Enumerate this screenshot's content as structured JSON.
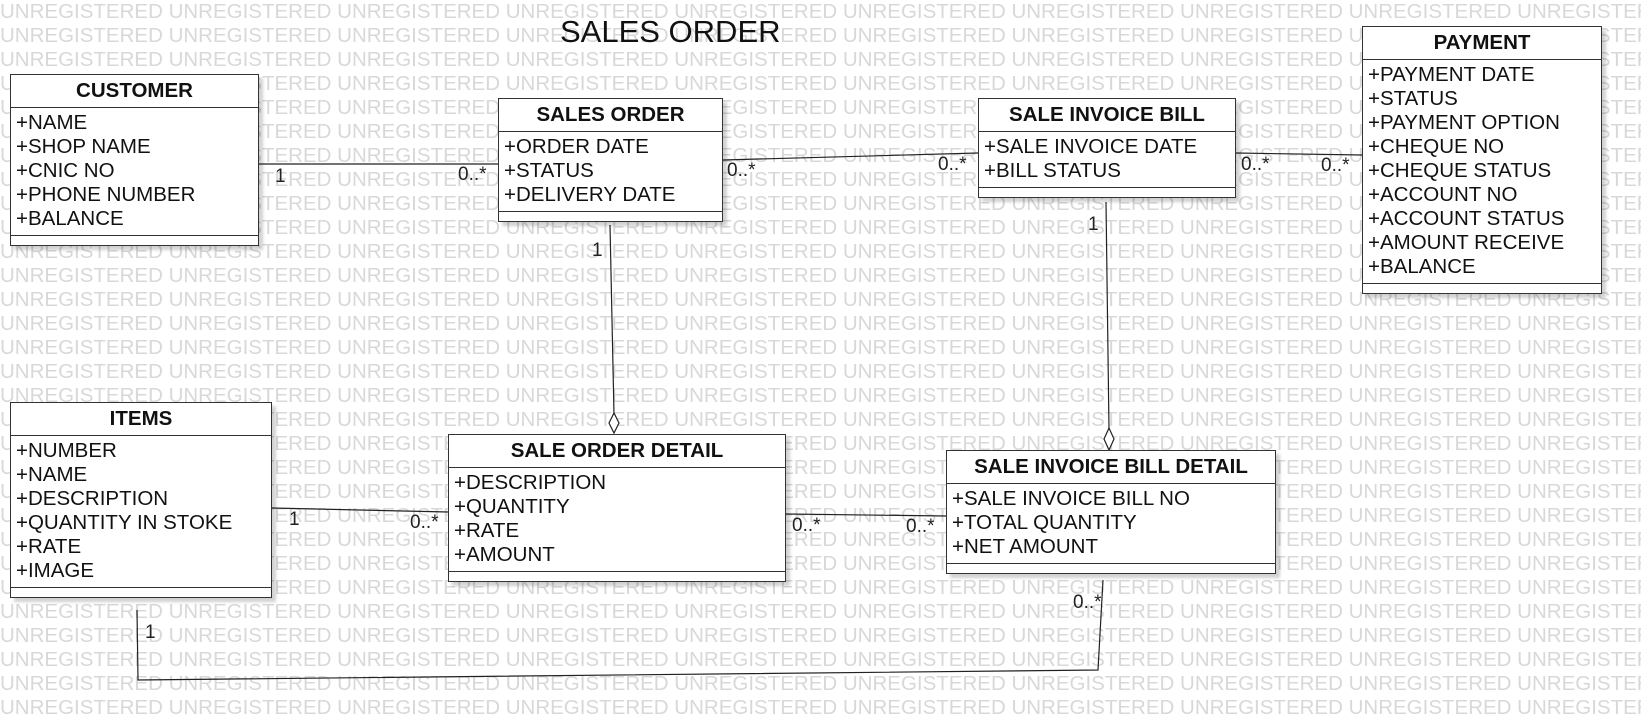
{
  "title": "SALES ORDER",
  "watermark_text": "UNREGISTERED",
  "classes": {
    "customer": {
      "name": "CUSTOMER",
      "attrs": [
        "+NAME",
        "+SHOP NAME",
        "+CNIC NO",
        "+PHONE NUMBER",
        "+BALANCE"
      ]
    },
    "sales_order": {
      "name": "SALES ORDER",
      "attrs": [
        "+ORDER DATE",
        "+STATUS",
        "+DELIVERY DATE"
      ]
    },
    "sale_invoice_bill": {
      "name": "SALE INVOICE BILL",
      "attrs": [
        "+SALE INVOICE DATE",
        "+BILL STATUS"
      ]
    },
    "payment": {
      "name": "PAYMENT",
      "attrs": [
        "+PAYMENT DATE",
        "+STATUS",
        "+PAYMENT OPTION",
        "+CHEQUE NO",
        "+CHEQUE STATUS",
        "+ACCOUNT NO",
        "+ACCOUNT STATUS",
        "+AMOUNT RECEIVE",
        "+BALANCE"
      ]
    },
    "items": {
      "name": "ITEMS",
      "attrs": [
        "+NUMBER",
        "+NAME",
        "+DESCRIPTION",
        "+QUANTITY IN STOKE",
        "+RATE",
        "+IMAGE"
      ]
    },
    "sale_order_detail": {
      "name": "SALE ORDER DETAIL",
      "attrs": [
        "+DESCRIPTION",
        "+QUANTITY",
        "+RATE",
        "+AMOUNT"
      ]
    },
    "sale_invoice_bill_detail": {
      "name": "SALE INVOICE BILL DETAIL",
      "attrs": [
        "+SALE INVOICE BILL NO",
        "+TOTAL QUANTITY",
        "+NET AMOUNT"
      ]
    }
  },
  "multiplicities": {
    "customer_so_customer": "1",
    "customer_so_order": "0..*",
    "so_sib_order": "0..*",
    "so_sib_bill": "0..*",
    "sib_payment_bill": "0..*",
    "sib_payment_payment": "0..*",
    "so_sod_order": "1",
    "sib_sibd_bill": "1",
    "items_sod_items": "1",
    "items_sod_detail": "0..*",
    "sod_sibd_sod": "0..*",
    "sod_sibd_sibd": "0..*",
    "items_sibd_items": "1",
    "items_sibd_sibd": "0..*"
  }
}
